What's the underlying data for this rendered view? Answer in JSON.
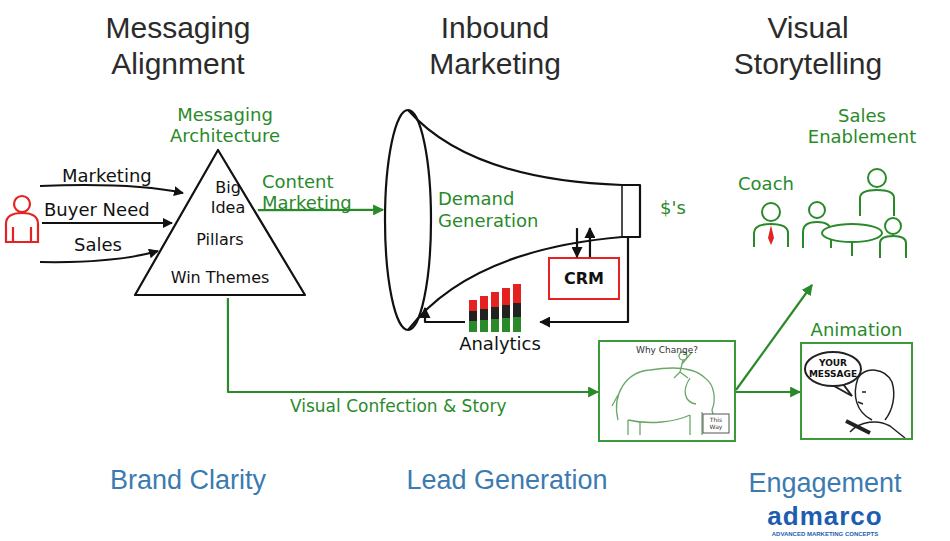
{
  "diagram": {
    "nodes": [
      {
        "text": [
          "Messaging Architecture",
          "Big Idea",
          "Pillars",
          "Win Themes"
        ]
      },
      {
        "text": [
          "Demand Generation"
        ]
      },
      {
        "text": [
          "CRM"
        ]
      },
      {
        "text": [
          "Analytics"
        ]
      },
      {
        "text": [
          "Sales Enablement",
          "Coach"
        ]
      },
      {
        "text": [
          "Why Change?",
          "This Way"
        ]
      },
      {
        "text": [
          "Animation",
          "YOUR MESSAGE"
        ]
      }
    ],
    "edges": [
      {
        "from": 0,
        "to": 1,
        "label": "Content Marketing",
        "arrow": "to"
      },
      {
        "from": 0,
        "to": 5,
        "label": "Visual Confection & Story",
        "arrow": "to"
      },
      {
        "from": 1,
        "to": 2,
        "arrow": "to"
      },
      {
        "from": 2,
        "to": 1,
        "arrow": "to"
      },
      {
        "from": 1,
        "to": 3,
        "arrow": "to"
      },
      {
        "from": 3,
        "to": 1,
        "arrow": "to"
      },
      {
        "from": 5,
        "to": 4,
        "arrow": "to"
      },
      {
        "from": 5,
        "to": 6,
        "arrow": "to"
      }
    ],
    "labels": [
      "Messaging Alignment",
      "Inbound Marketing",
      "Visual Storytelling",
      "Marketing",
      "Buyer Need",
      "Sales",
      "$'s",
      "Brand Clarity",
      "Lead Generation",
      "Engagement",
      "admarco",
      "ADVANCED MARKETING CONCEPTS"
    ]
  }
}
